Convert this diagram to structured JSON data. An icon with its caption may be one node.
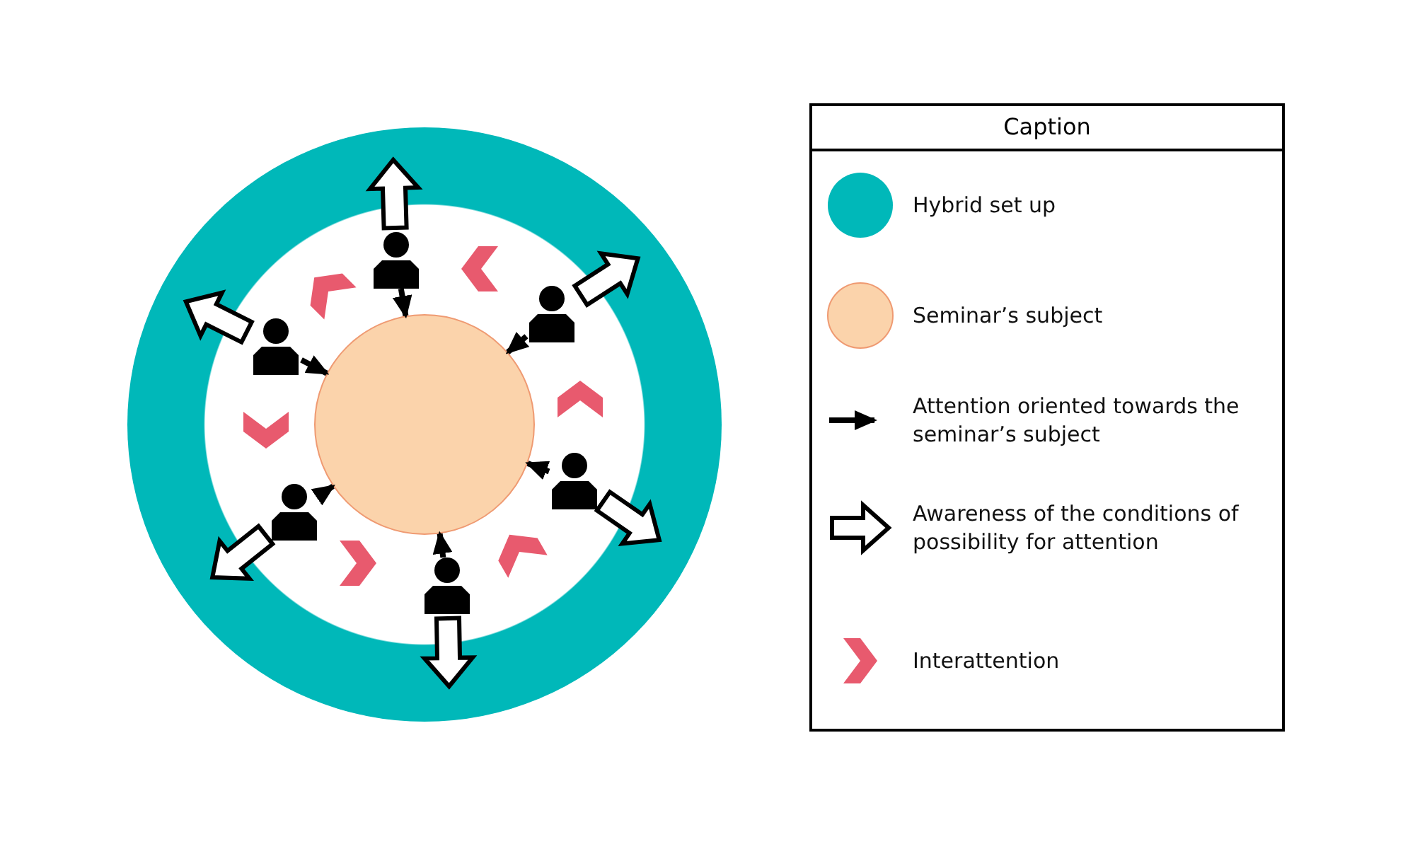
{
  "diagram": {
    "nodes": [
      {
        "text": [],
        "shape": "circle"
      },
      {
        "text": [],
        "shape": "circle",
        "in": 0
      },
      {
        "text": [],
        "shape": "person",
        "in": 0
      },
      {
        "text": [],
        "shape": "person",
        "in": 0
      },
      {
        "text": [],
        "shape": "person",
        "in": 0
      },
      {
        "text": [],
        "shape": "person",
        "in": 0
      },
      {
        "text": [],
        "shape": "person",
        "in": 0
      },
      {
        "text": [],
        "shape": "person",
        "in": 0
      }
    ],
    "edges": [
      {
        "from": 2,
        "to": 1,
        "arrow": "to"
      },
      {
        "from": 3,
        "to": 1,
        "arrow": "to"
      },
      {
        "from": 4,
        "to": 1,
        "arrow": "to"
      },
      {
        "from": 5,
        "to": 1,
        "arrow": "to"
      },
      {
        "from": 6,
        "to": 1,
        "arrow": "to"
      },
      {
        "from": 7,
        "to": 1,
        "arrow": "to"
      },
      {
        "from": 2,
        "to": null,
        "arrow": "to",
        "style": "thick"
      },
      {
        "from": 3,
        "to": null,
        "arrow": "to",
        "style": "thick"
      },
      {
        "from": 4,
        "to": null,
        "arrow": "to",
        "style": "thick"
      },
      {
        "from": 5,
        "to": null,
        "arrow": "to",
        "style": "thick"
      },
      {
        "from": 6,
        "to": null,
        "arrow": "to",
        "style": "thick"
      },
      {
        "from": 7,
        "to": null,
        "arrow": "to",
        "style": "thick"
      }
    ],
    "labels": [
      "Caption"
    ],
    "legend": [
      {
        "text": "Hybrid set up",
        "color": "#00b8b9"
      },
      {
        "text": "Seminar’s subject",
        "color": "#fbd3ab"
      },
      {
        "text": "Attention oriented towards the seminar’s subject"
      },
      {
        "text": "Awareness of the conditions of possibility for attention"
      },
      {
        "text": "Interattention"
      }
    ]
  }
}
